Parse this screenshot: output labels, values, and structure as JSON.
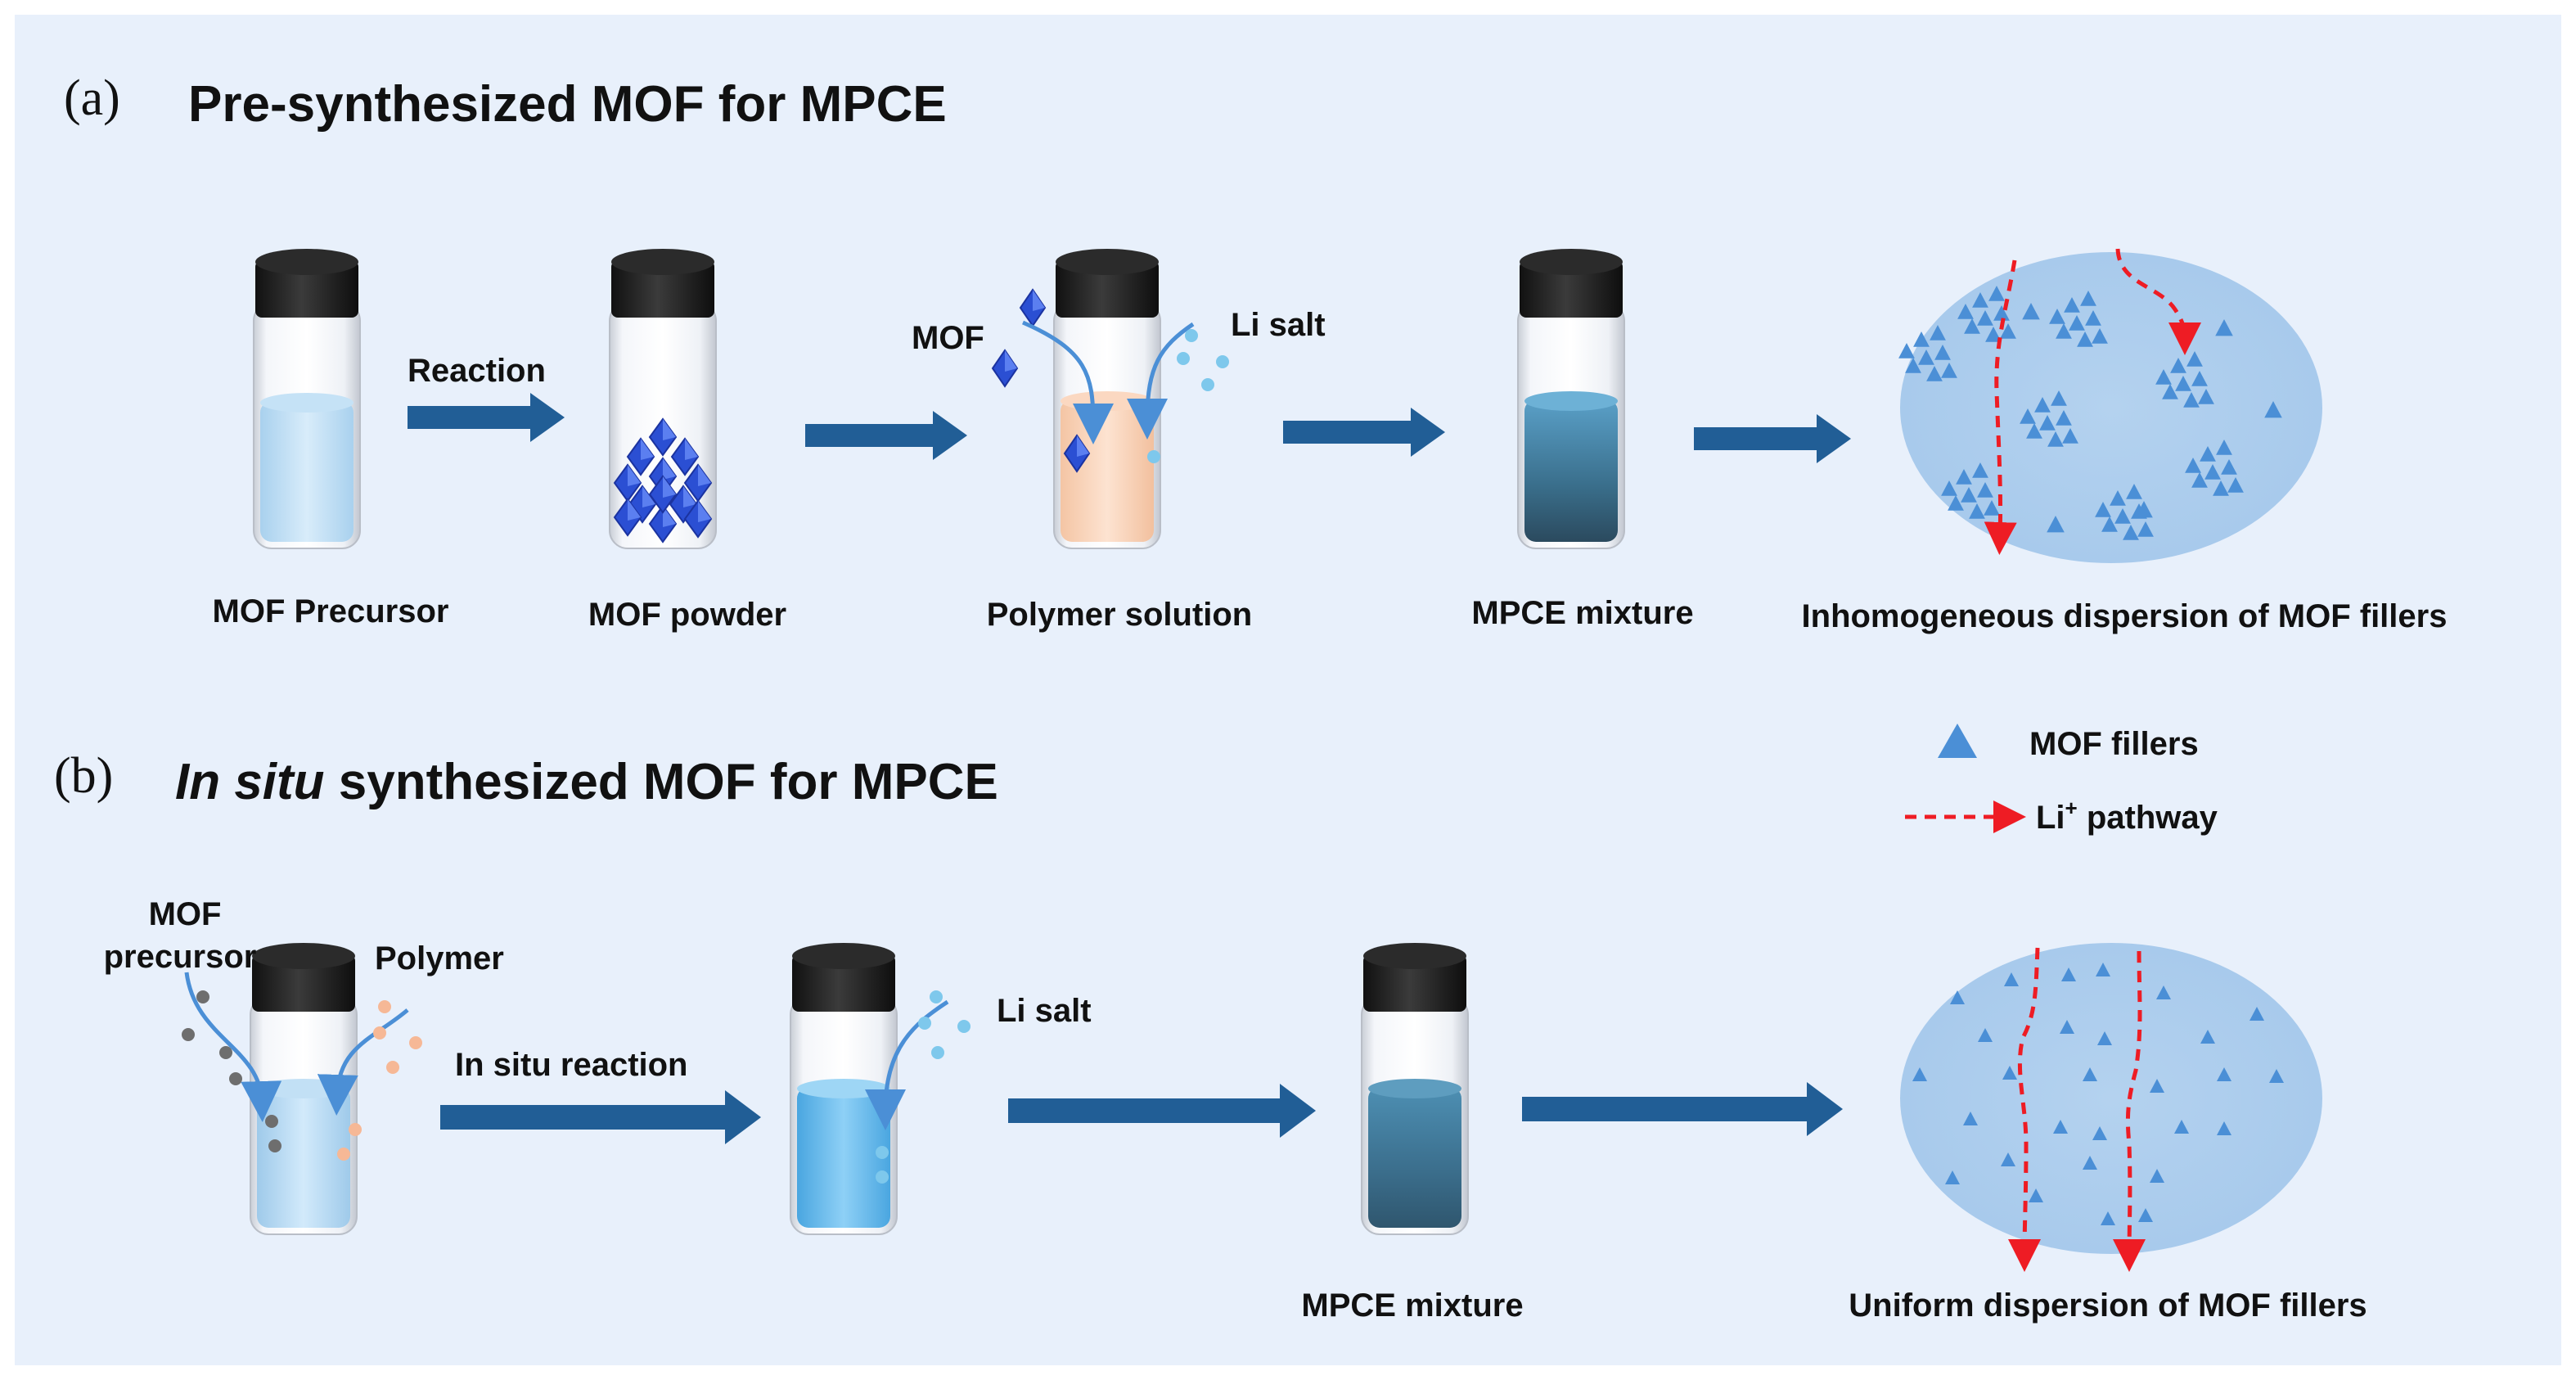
{
  "panel_a": {
    "label": "(a)",
    "title": "Pre-synthesized MOF for MPCE",
    "steps": {
      "precursor": "MOF Precursor",
      "powder": "MOF powder",
      "polymer_solution": "Polymer solution",
      "mixture": "MPCE mixture",
      "dispersion": "Inhomogeneous dispersion of MOF fillers"
    },
    "arrow_labels": {
      "reaction": "Reaction"
    },
    "input_labels": {
      "mof": "MOF",
      "li_salt": "Li salt"
    }
  },
  "panel_b": {
    "label": "(b)",
    "title_italic": "In situ",
    "title_rest": " synthesized MOF for MPCE",
    "input_labels": {
      "mof_precursor_line1": "MOF",
      "mof_precursor_line2": "precursor",
      "polymer": "Polymer",
      "li_salt": "Li salt"
    },
    "arrow_labels": {
      "in_situ_reaction": "In situ reaction"
    },
    "steps": {
      "mixture": "MPCE mixture",
      "dispersion": "Uniform dispersion of MOF fillers"
    }
  },
  "legend": {
    "mof_fillers": "MOF fillers",
    "li_pathway_prefix": "Li",
    "li_pathway_sup": "+",
    "li_pathway_suffix": " pathway"
  },
  "colors": {
    "background": "#e8f0fb",
    "arrow": "#215e96",
    "filler": "#4b8fd6",
    "pathway": "#ee1c24",
    "cap": "#262626",
    "crystal": "#2b4fd3",
    "dot_gray": "#6e6e6e",
    "dot_peach": "#f6b896",
    "dot_blue": "#7ec8ec"
  }
}
